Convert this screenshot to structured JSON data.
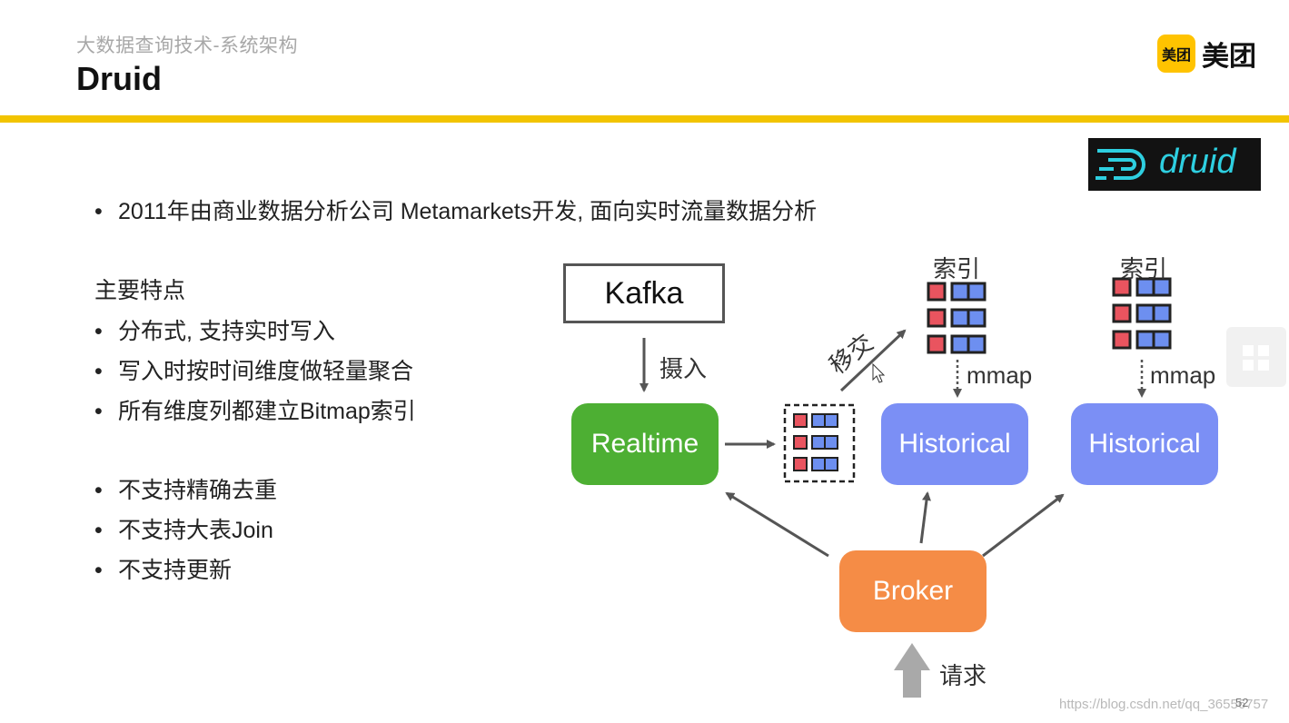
{
  "header": {
    "subtitle": "大数据查询技术-系统架构",
    "title": "Druid",
    "logo_badge": "美团",
    "logo_text": "美团"
  },
  "druid_logo": {
    "text": "druid"
  },
  "intro": {
    "bullet": "•",
    "text": "2011年由商业数据分析公司 Metamarkets开发, 面向实时流量数据分析"
  },
  "features": {
    "heading": "主要特点",
    "pros": [
      "分布式, 支持实时写入",
      "写入时按时间维度做轻量聚合",
      "所有维度列都建立Bitmap索引"
    ],
    "cons": [
      "不支持精确去重",
      "不支持大表Join",
      "不支持更新"
    ]
  },
  "diagram": {
    "kafka": "Kafka",
    "ingest_label": "摄入",
    "realtime": "Realtime",
    "handoff_label": "移交",
    "index_label_1": "索引",
    "index_label_2": "索引",
    "mmap_1": "mmap",
    "mmap_2": "mmap",
    "historical_1": "Historical",
    "historical_2": "Historical",
    "broker": "Broker",
    "request_label": "请求",
    "colors": {
      "realtime": "#4daf33",
      "historical": "#7b8ff5",
      "broker": "#f58c46",
      "index_red": "#e9545f",
      "index_blue": "#6d8ff0"
    }
  },
  "footer": {
    "watermark": "https://blog.csdn.net/qq_36556757",
    "page_number": "52"
  }
}
